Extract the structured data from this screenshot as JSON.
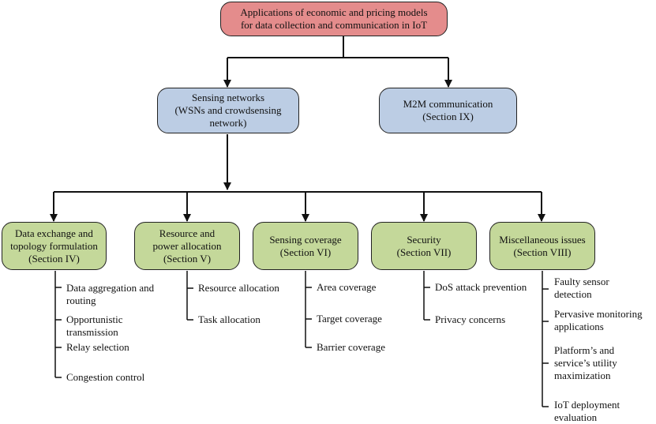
{
  "root": {
    "label": "Applications of economic and pricing models\nfor data collection and communication in IoT"
  },
  "level1": [
    {
      "label": "Sensing networks\n(WSNs and crowdsensing\nnetwork)"
    },
    {
      "label": "M2M communication\n(Section IX)"
    }
  ],
  "level2": [
    {
      "label": "Data exchange and\ntopology formulation\n(Section IV)",
      "items": [
        "Data aggregation and\nrouting",
        "Opportunistic\ntransmission",
        "Relay selection",
        "Congestion control"
      ]
    },
    {
      "label": "Resource and\npower allocation\n(Section V)",
      "items": [
        "Resource allocation",
        "Task allocation"
      ]
    },
    {
      "label": "Sensing coverage\n(Section VI)",
      "items": [
        "Area coverage",
        "Target coverage",
        "Barrier coverage"
      ]
    },
    {
      "label": "Security\n(Section VII)",
      "items": [
        "DoS attack prevention",
        "Privacy concerns"
      ]
    },
    {
      "label": "Miscellaneous issues\n(Section VIII)",
      "items": [
        "Faulty sensor\ndetection",
        "Pervasive monitoring\napplications",
        "Platform’s and\nservice’s utility\nmaximization",
        "IoT deployment\nevaluation"
      ]
    }
  ]
}
